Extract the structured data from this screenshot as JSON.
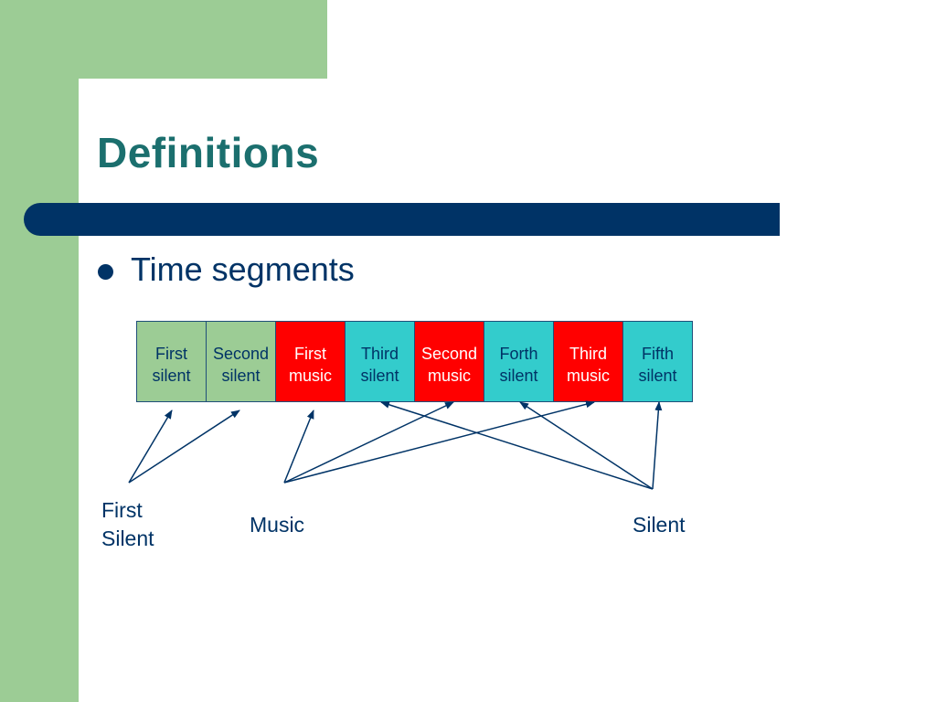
{
  "slide": {
    "title": "Definitions",
    "bullet": "Time segments"
  },
  "segments": [
    {
      "line1": "First",
      "line2": "silent",
      "kind": "silent-green"
    },
    {
      "line1": "Second",
      "line2": "silent",
      "kind": "silent-green"
    },
    {
      "line1": "First",
      "line2": "music",
      "kind": "music"
    },
    {
      "line1": "Third",
      "line2": "silent",
      "kind": "silent-teal"
    },
    {
      "line1": "Second",
      "line2": "music",
      "kind": "music"
    },
    {
      "line1": "Forth",
      "line2": "silent",
      "kind": "silent-teal"
    },
    {
      "line1": "Third",
      "line2": "music",
      "kind": "music"
    },
    {
      "line1": "Fifth",
      "line2": "silent",
      "kind": "silent-teal"
    }
  ],
  "labels": {
    "first_silent_line1": "First",
    "first_silent_line2": "Silent",
    "music": "Music",
    "silent": "Silent"
  },
  "colors": {
    "green": "#9ccc95",
    "navy": "#003366",
    "teal_title": "#1b6f6e",
    "music_red": "#ff0000",
    "silent_teal": "#33cccc"
  }
}
